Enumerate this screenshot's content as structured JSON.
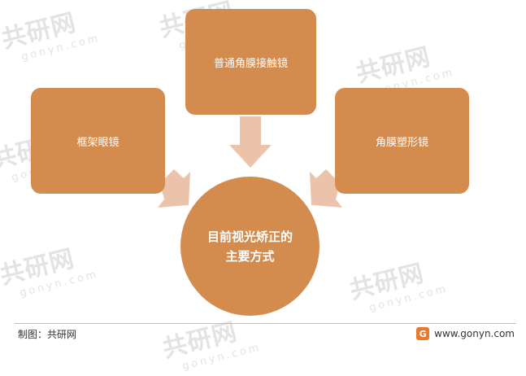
{
  "center": {
    "line1": "目前视光矫正的",
    "line2": "主要方式"
  },
  "boxes": {
    "top": "普通角膜接触镜",
    "left": "框架眼镜",
    "right": "角膜塑形镜"
  },
  "footer": {
    "source": "制图：共研网",
    "site": "www.gonyn.com",
    "logo_letter": "G"
  },
  "watermark": {
    "brand": "共研网",
    "domain": "gonyn.com"
  },
  "colors": {
    "box": "#d48b4e",
    "arrow": "#ebc3aa"
  }
}
